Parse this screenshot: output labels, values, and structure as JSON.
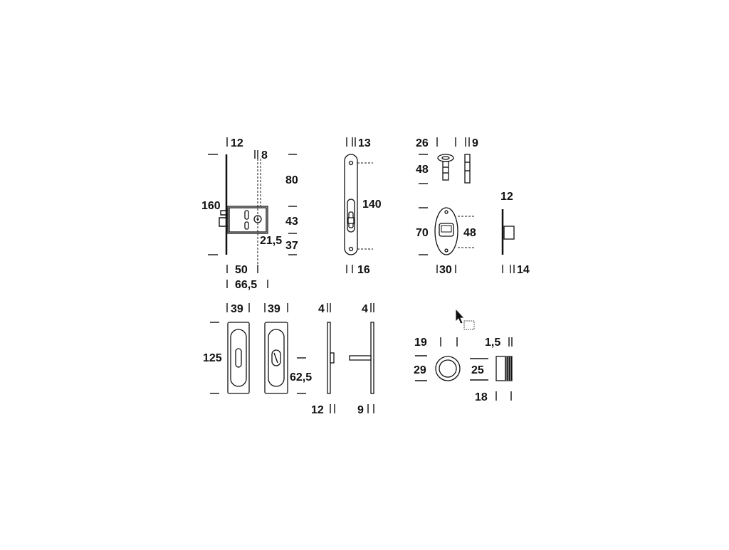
{
  "diagram": {
    "lock_body": {
      "top_thickness": "12",
      "dim_8": "8",
      "height": "160",
      "upper": "80",
      "middle": "43",
      "offset": "21,5",
      "lower": "37",
      "backset": "50",
      "depth": "66,5"
    },
    "faceplate": {
      "width": "13",
      "height": "140",
      "bottom_width": "16"
    },
    "screws": {
      "head": "26",
      "shank": "9",
      "length": "48"
    },
    "escutcheon": {
      "height": "70",
      "inner": "48",
      "width": "30"
    },
    "side_plate": {
      "top": "12",
      "bottom": "14"
    },
    "flush_handles": {
      "width_left": "39",
      "width_right": "39",
      "height": "125",
      "half_height": "62,5",
      "plate_1_top": "4",
      "plate_2_top": "4",
      "plate_1_bottom": "12",
      "plate_2_bottom": "9"
    },
    "rosette": {
      "diameter_outer": "29",
      "diameter_top": "19",
      "diameter_inner": "25",
      "thickness": "1,5",
      "depth": "18"
    }
  },
  "colors": {
    "line": "#111111",
    "background": "#ffffff"
  },
  "icons": {
    "cursor": "arrow-pointer-icon"
  }
}
